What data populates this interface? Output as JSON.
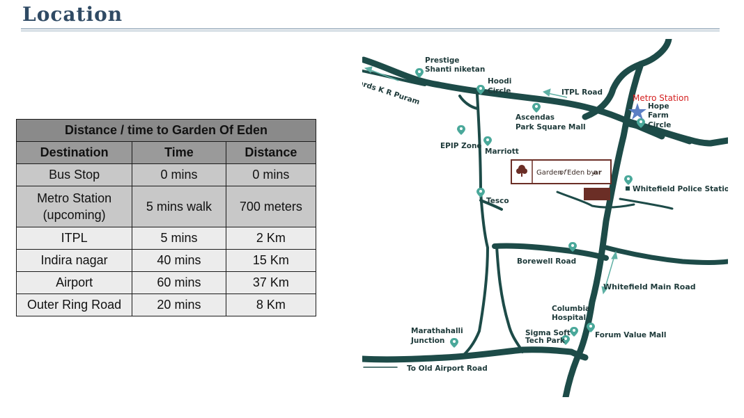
{
  "page": {
    "title": "Location"
  },
  "table": {
    "caption": "Distance / time to Garden Of Eden",
    "headers": [
      "Destination",
      "Time",
      "Distance"
    ],
    "rows": [
      {
        "destination": "Bus Stop",
        "time": "0 mins",
        "distance": "0 mins"
      },
      {
        "destination_line1": "Metro Station",
        "destination_line2": "(upcoming)",
        "time": "5 mins walk",
        "distance": "700 meters"
      },
      {
        "destination": "ITPL",
        "time": "5 mins",
        "distance": "2 Km"
      },
      {
        "destination": "Indira nagar",
        "time": "40 mins",
        "distance": "15 Km"
      },
      {
        "destination": "Airport",
        "time": "60 mins",
        "distance": "37 Km"
      },
      {
        "destination": "Outer Ring Road",
        "time": "20 mins",
        "distance": "8 Km"
      }
    ]
  },
  "map": {
    "colors": {
      "road": "#1d4b48",
      "pin": "#4aa89a",
      "arrow": "#5fb0a4",
      "metro_star": "#5b7fc4",
      "metro_text": "#d42020",
      "brand": "#6b2e26"
    },
    "labels": {
      "prestige_line1": "Prestige",
      "prestige_line2": "Shanti niketan",
      "hoodi_line1": "Hoodi",
      "hoodi_line2": "Circle",
      "kr_puram": "ards K R Puram",
      "itpl_road": "ITPL Road",
      "ascendas_line1": "Ascendas",
      "ascendas_line2": "Park Square Mall",
      "metro_station": "Metro Station",
      "hope_line1": "Hope",
      "hope_line2": "Farm",
      "hope_line3": "Circle",
      "epip_zone": "EPIP Zone",
      "marriott": "Marriott",
      "garden_of_eden": "Garden",
      "garden_of": "of",
      "garden_eden": "Eden",
      "garden_by": "by",
      "garden_brand": "ar",
      "whitefield_police": "Whitefield Police Station",
      "tesco": "Tesco",
      "borewell_road": "Borewell Road",
      "whitefield_main_road": "Whitefield Main Road",
      "columbia_line1": "Columbia",
      "columbia_line2": "Hospital",
      "forum_value_mall": "Forum Value Mall",
      "sigma_line1": "Sigma Soft",
      "sigma_line2": "Tech Park",
      "marathahalli_line1": "Marathahalli",
      "marathahalli_line2": "Junction",
      "old_airport_road": "To Old Airport Road"
    }
  }
}
